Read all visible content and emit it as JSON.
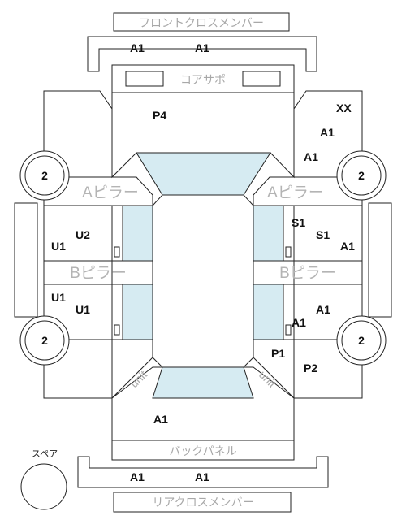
{
  "labels": {
    "front_cross_member": "フロントクロスメンバー",
    "core_support": "コアサポ",
    "a_pillar": "Aピラー",
    "b_pillar": "Bピラー",
    "back_panel": "バックパネル",
    "rear_cross_member": "リアクロスメンバー",
    "spare": "スペア",
    "unit": "unit"
  },
  "parts": {
    "front_cross_left": "A1",
    "front_cross_right": "A1",
    "hood": "P4",
    "front_right_top": "XX",
    "front_right_mid": "A1",
    "front_right_low": "A1",
    "front_left_wheel": "2",
    "front_right_wheel": "2",
    "front_left_door_1": "U2",
    "front_left_door_2": "U1",
    "front_right_door_1": "S1",
    "front_right_door_2": "S1",
    "front_right_door_3": "A1",
    "rear_left_door_1": "U1",
    "rear_left_door_2": "U1",
    "rear_right_door_1": "A1",
    "rear_right_door_2": "A1",
    "rear_left_wheel": "2",
    "rear_right_wheel": "2",
    "rear_right_1": "P1",
    "rear_right_2": "P2",
    "trunk": "A1",
    "rear_cross_left": "A1",
    "rear_cross_right": "A1"
  },
  "colors": {
    "glass": "#d6ebf2",
    "line": "#222222",
    "label_grey": "#a8a8a8"
  }
}
